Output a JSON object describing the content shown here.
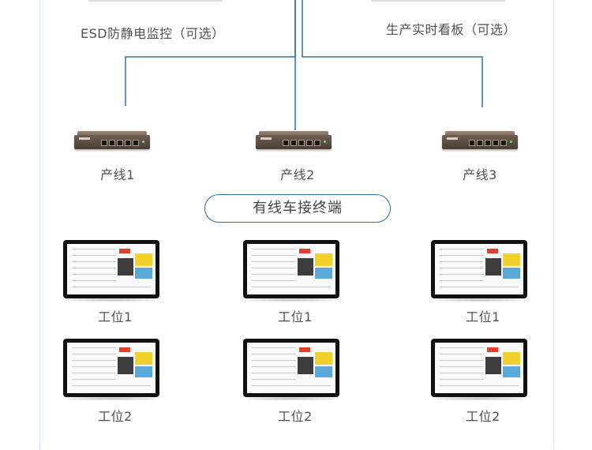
{
  "top": {
    "esd_label": "ESD防静电监控（可选）",
    "board_label": "生产实时看板（可选）"
  },
  "lines": [
    {
      "label": "产线1"
    },
    {
      "label": "产线2"
    },
    {
      "label": "产线3"
    }
  ],
  "terminal_label": "有线车接终端",
  "stations_row1": [
    {
      "label": "工位1"
    },
    {
      "label": "工位1"
    },
    {
      "label": "工位1"
    }
  ],
  "stations_row2": [
    {
      "label": "工位2"
    },
    {
      "label": "工位2"
    },
    {
      "label": "工位2"
    }
  ],
  "colors": {
    "wire": "#2f6fa8",
    "pill_border": "#2f6fa8"
  },
  "icons": {
    "switch": "network-switch-icon",
    "terminal": "monitor-icon"
  }
}
